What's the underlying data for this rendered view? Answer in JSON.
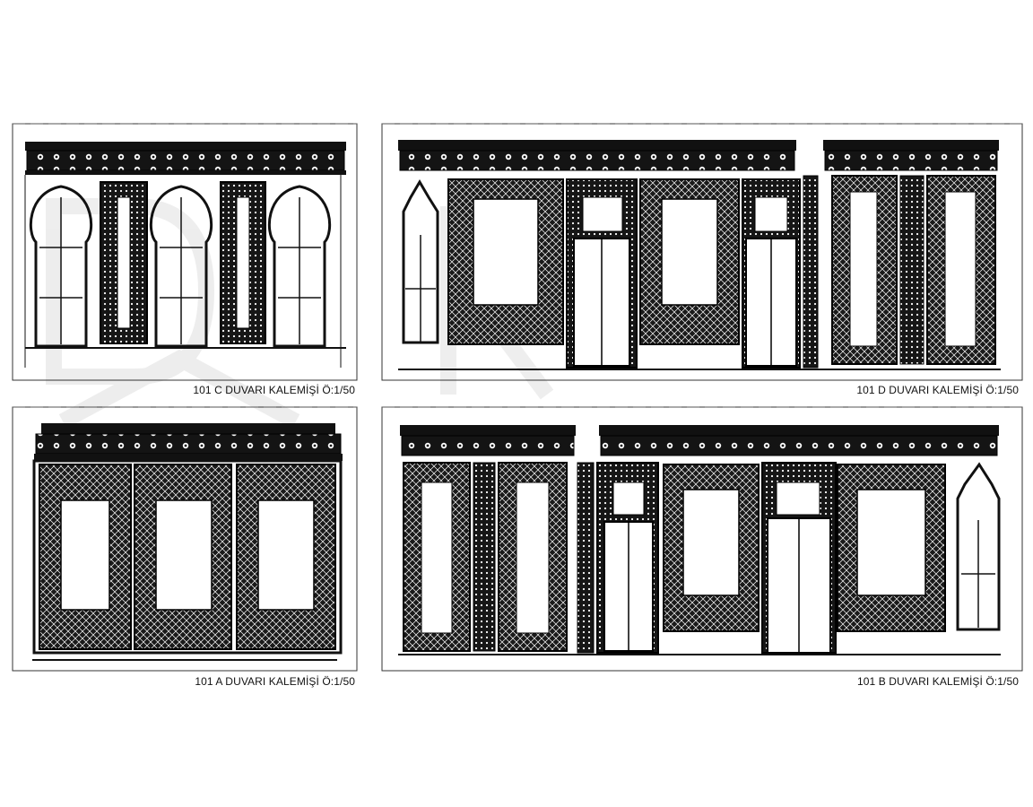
{
  "drawings": {
    "c": {
      "caption": "101 C DUVARI KALEMİŞİ Ö:1/50"
    },
    "d": {
      "caption": "101 D DUVARI KALEMİŞİ Ö:1/50"
    },
    "a": {
      "caption": "101 A DUVARI KALEMİŞİ Ö:1/50"
    },
    "b": {
      "caption": "101 B DUVARI KALEMİŞİ Ö:1/50"
    }
  },
  "colors": {
    "ink": "#111111",
    "paper": "#ffffff",
    "watermark": "#e6e6e6"
  }
}
